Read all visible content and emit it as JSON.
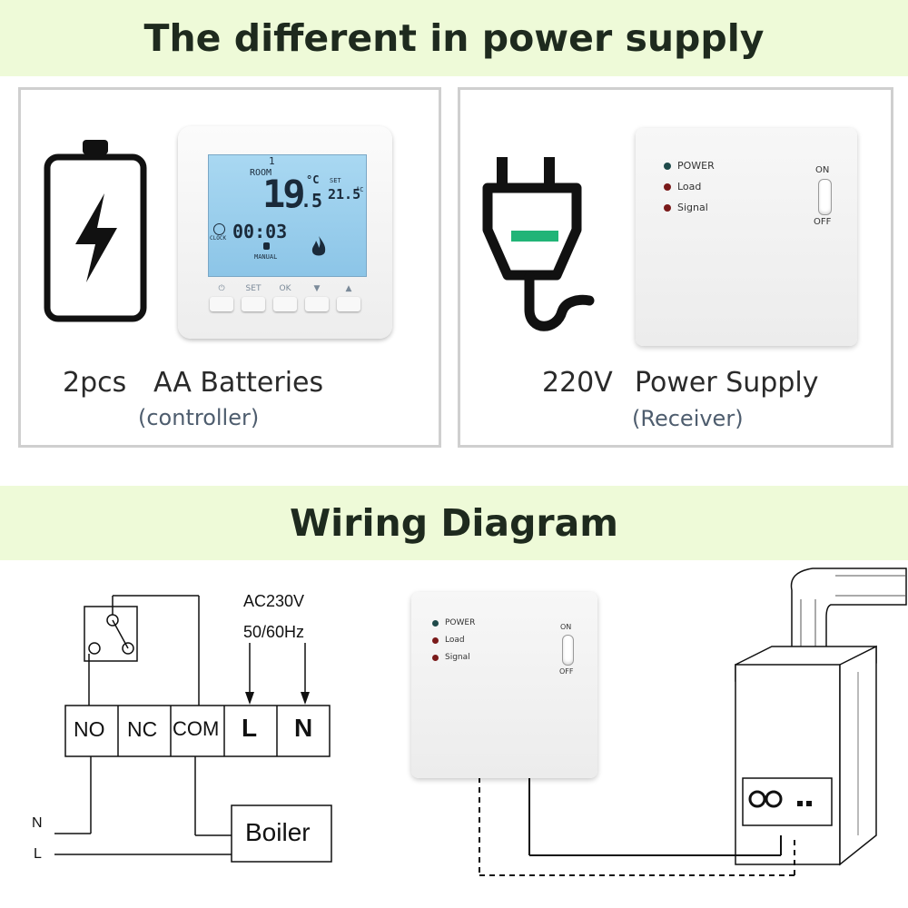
{
  "power_section": {
    "title": "The different in power supply",
    "battery": {
      "quantity": "2pcs",
      "label": "AA Batteries",
      "device": "(controller)"
    },
    "mains": {
      "voltage": "220V",
      "label": "Power Supply",
      "device": "(Receiver)"
    }
  },
  "thermostat_display": {
    "index": "1",
    "room_label": "ROOM",
    "room_temp_main": "19",
    "room_temp_decimal": ".5",
    "unit": "°C",
    "set_label": "SET",
    "set_temp": "21.5",
    "clock_label": "CLOCK",
    "time": "00:03",
    "mode": "MANUAL",
    "buttons": [
      "⏻",
      "SET",
      "OK",
      "▼",
      "▲"
    ]
  },
  "receiver": {
    "indicators": [
      {
        "label": "POWER",
        "color": "#1f4a4a"
      },
      {
        "label": "Load",
        "color": "#7a1a1a"
      },
      {
        "label": "Signal",
        "color": "#7a1a1a"
      }
    ],
    "switch_on": "ON",
    "switch_off": "OFF"
  },
  "wiring_section": {
    "title": "Wiring Diagram",
    "supply": [
      "AC230V",
      "50/60Hz"
    ],
    "terminals": [
      "NO",
      "NC",
      "COM",
      "L",
      "N"
    ],
    "lines": [
      "N",
      "L"
    ],
    "boiler_label": "Boiler"
  },
  "colors": {
    "banner_bg": "#eefad8",
    "plug_accent": "#21b477"
  }
}
